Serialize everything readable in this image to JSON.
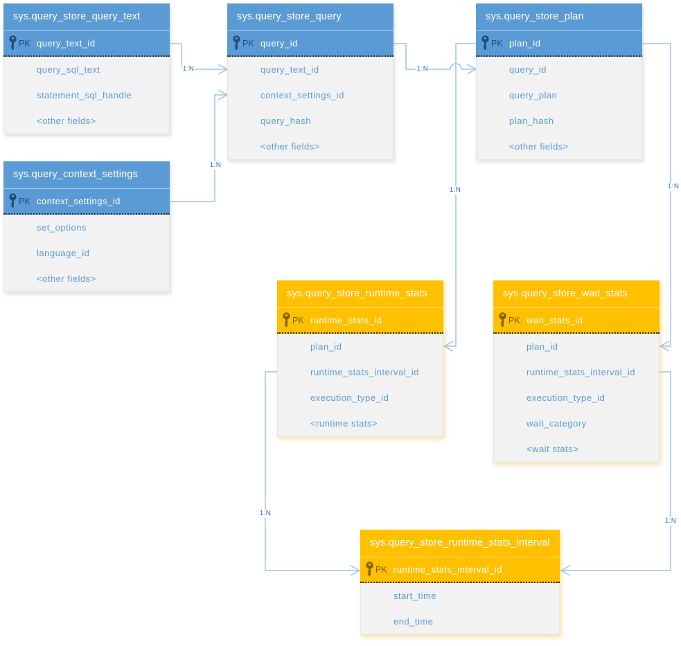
{
  "colors": {
    "blue_header": "#5B9BD5",
    "orange_header": "#FFC000",
    "body_background": "#F2F2F2",
    "field_text": "#5B9BD5",
    "pk_text_on_blue": "#1F4E79",
    "pk_text_on_orange": "#7F6000",
    "connector_line": "#9DC3E6",
    "connector_label_text": "#2E75B6"
  },
  "icons": {
    "primary_key": "key"
  },
  "tables": [
    {
      "title": "sys.query_store_query_text",
      "theme": "blue",
      "pk_label": "PK",
      "pk_field": "query_text_id",
      "fields": [
        "query_sql_text",
        "statement_sql_handle",
        "<other fields>"
      ]
    },
    {
      "title": "sys.query_store_query",
      "theme": "blue",
      "pk_label": "PK",
      "pk_field": "query_id",
      "fields": [
        "query_text_id",
        "context_settings_id",
        "query_hash",
        "<other fields>"
      ]
    },
    {
      "title": "sys.query_store_plan",
      "theme": "blue",
      "pk_label": "PK",
      "pk_field": "plan_id",
      "fields": [
        "query_id",
        "query_plan",
        "plan_hash",
        "<other fields>"
      ]
    },
    {
      "title": "sys.query_context_settings",
      "theme": "blue",
      "pk_label": "PK",
      "pk_field": "context_settings_id",
      "fields": [
        "set_options",
        "language_id",
        "<other fields>"
      ]
    },
    {
      "title": "sys.query_store_runtime_stats",
      "theme": "orange",
      "pk_label": "PK",
      "pk_field": "runtime_stats_id",
      "fields": [
        "plan_id",
        "runtime_stats_interval_id",
        "execution_type_id",
        "<runtime stats>"
      ]
    },
    {
      "title": "sys.query_store_wait_stats",
      "theme": "orange",
      "pk_label": "PK",
      "pk_field": "wait_stats_id",
      "fields": [
        "plan_id",
        "runtime_stats_interval_id",
        "execution_type_id",
        "wait_category",
        "<wait stats>"
      ]
    },
    {
      "title": "sys.query_store_runtime_stats_interval",
      "theme": "orange",
      "pk_label": "PK",
      "pk_field": "runtime_stats_interval_id",
      "fields": [
        "start_time",
        "end_time"
      ]
    }
  ],
  "connectors": [
    {
      "label": "1:N",
      "from": "sys.query_store_query_text.query_text_id",
      "to": "sys.query_store_query.query_text_id"
    },
    {
      "label": "1:N",
      "from": "sys.query_context_settings.context_settings_id",
      "to": "sys.query_store_query.context_settings_id"
    },
    {
      "label": "1:N",
      "from": "sys.query_store_query.query_id",
      "to": "sys.query_store_plan.query_id"
    },
    {
      "label": "1:N",
      "from": "sys.query_store_plan.plan_id",
      "to": "sys.query_store_runtime_stats.plan_id"
    },
    {
      "label": "1:N",
      "from": "sys.query_store_plan.plan_id",
      "to": "sys.query_store_wait_stats.plan_id"
    },
    {
      "label": "1:N",
      "from": "sys.query_store_runtime_stats.runtime_stats_interval_id",
      "to": "sys.query_store_runtime_stats_interval.runtime_stats_interval_id"
    },
    {
      "label": "1:N",
      "from": "sys.query_store_wait_stats.runtime_stats_interval_id",
      "to": "sys.query_store_runtime_stats_interval.runtime_stats_interval_id"
    }
  ]
}
